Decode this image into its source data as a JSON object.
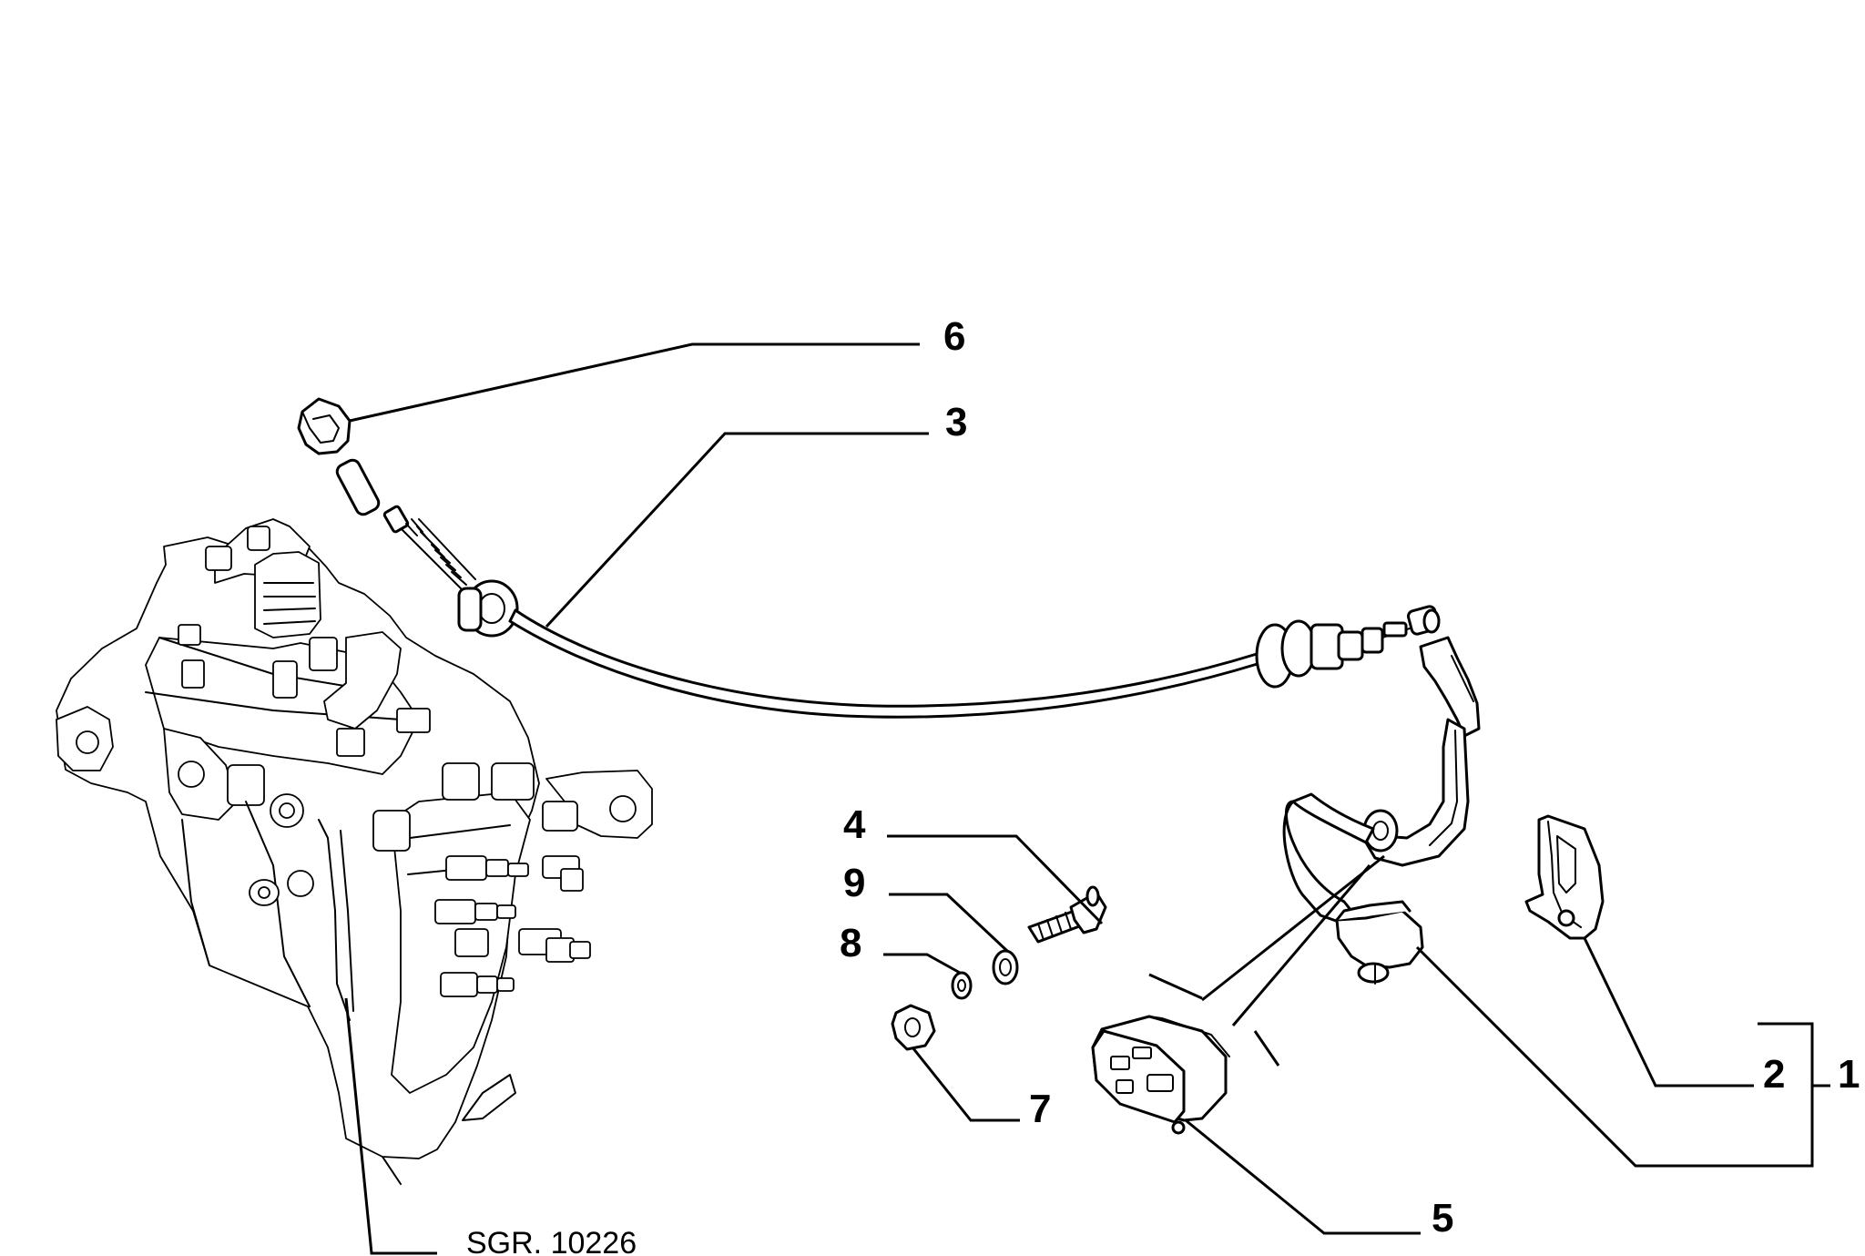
{
  "callouts": {
    "c1": "1",
    "c2": "2",
    "c3": "3",
    "c4": "4",
    "c5": "5",
    "c6": "6",
    "c7": "7",
    "c8": "8",
    "c9": "9"
  },
  "reference": "SGR. 10226"
}
